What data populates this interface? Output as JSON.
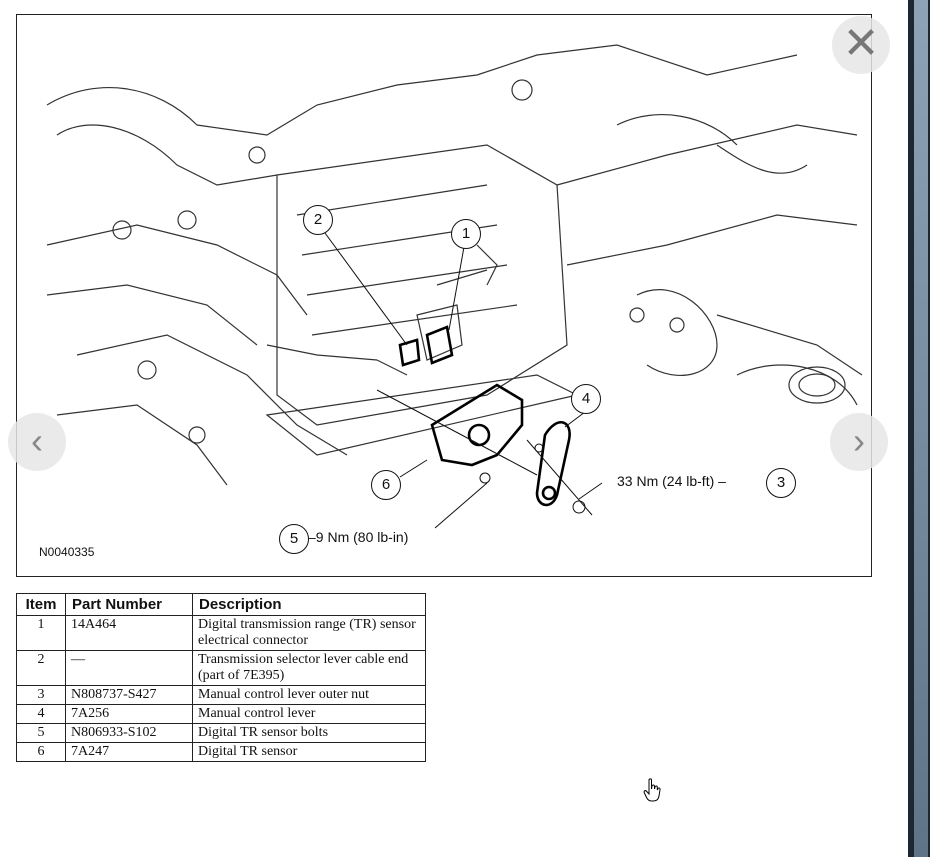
{
  "figure": {
    "id_label": "N0040335",
    "callouts": [
      "1",
      "2",
      "3",
      "4",
      "5",
      "6"
    ],
    "torque_3": "33 Nm (24 lb-ft)",
    "torque_5": "9 Nm (80 lb-in)"
  },
  "controls": {
    "close_glyph": "✕",
    "prev_glyph": "‹",
    "next_glyph": "›"
  },
  "table": {
    "headers": [
      "Item",
      "Part Number",
      "Description"
    ],
    "rows": [
      {
        "item": "1",
        "part": "14A464",
        "desc": "Digital transmission range (TR) sensor electrical connector"
      },
      {
        "item": "2",
        "part": "—",
        "desc": "Transmission selector lever cable end (part of 7E395)"
      },
      {
        "item": "3",
        "part": "N808737-S427",
        "desc": "Manual control lever outer nut"
      },
      {
        "item": "4",
        "part": "7A256",
        "desc": "Manual control lever"
      },
      {
        "item": "5",
        "part": "N806933-S102",
        "desc": "Digital TR sensor bolts"
      },
      {
        "item": "6",
        "part": "7A247",
        "desc": "Digital TR sensor"
      }
    ]
  },
  "icons": [
    "close-icon",
    "chevron-left-icon",
    "chevron-right-icon",
    "hand-cursor-icon"
  ]
}
